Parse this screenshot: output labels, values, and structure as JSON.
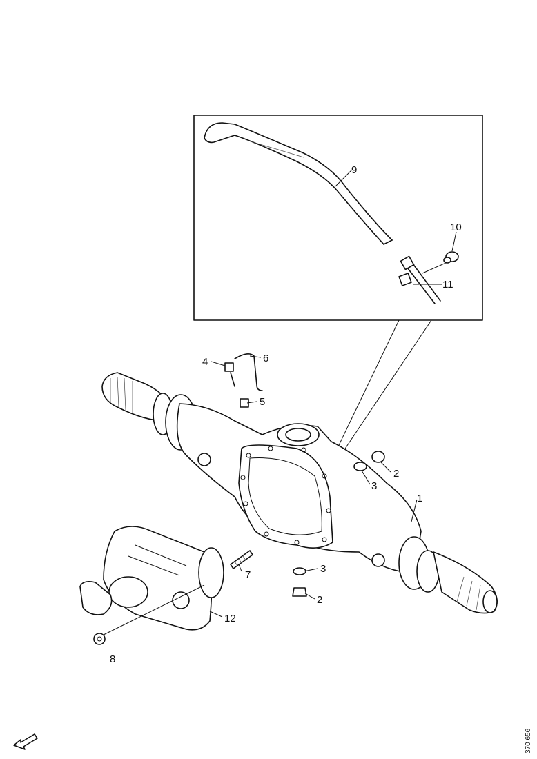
{
  "diagram": {
    "reference_number": "370 656",
    "callouts": [
      {
        "id": "c1",
        "text": "1"
      },
      {
        "id": "c2a",
        "text": "2"
      },
      {
        "id": "c2b",
        "text": "2"
      },
      {
        "id": "c3a",
        "text": "3"
      },
      {
        "id": "c3b",
        "text": "3"
      },
      {
        "id": "c4",
        "text": "4"
      },
      {
        "id": "c5",
        "text": "5"
      },
      {
        "id": "c6",
        "text": "6"
      },
      {
        "id": "c7",
        "text": "7"
      },
      {
        "id": "c8",
        "text": "8"
      },
      {
        "id": "c9",
        "text": "9"
      },
      {
        "id": "c10",
        "text": "10"
      },
      {
        "id": "c11",
        "text": "11"
      },
      {
        "id": "c12",
        "text": "12"
      }
    ],
    "icons": [
      "direction-arrow-icon"
    ]
  }
}
